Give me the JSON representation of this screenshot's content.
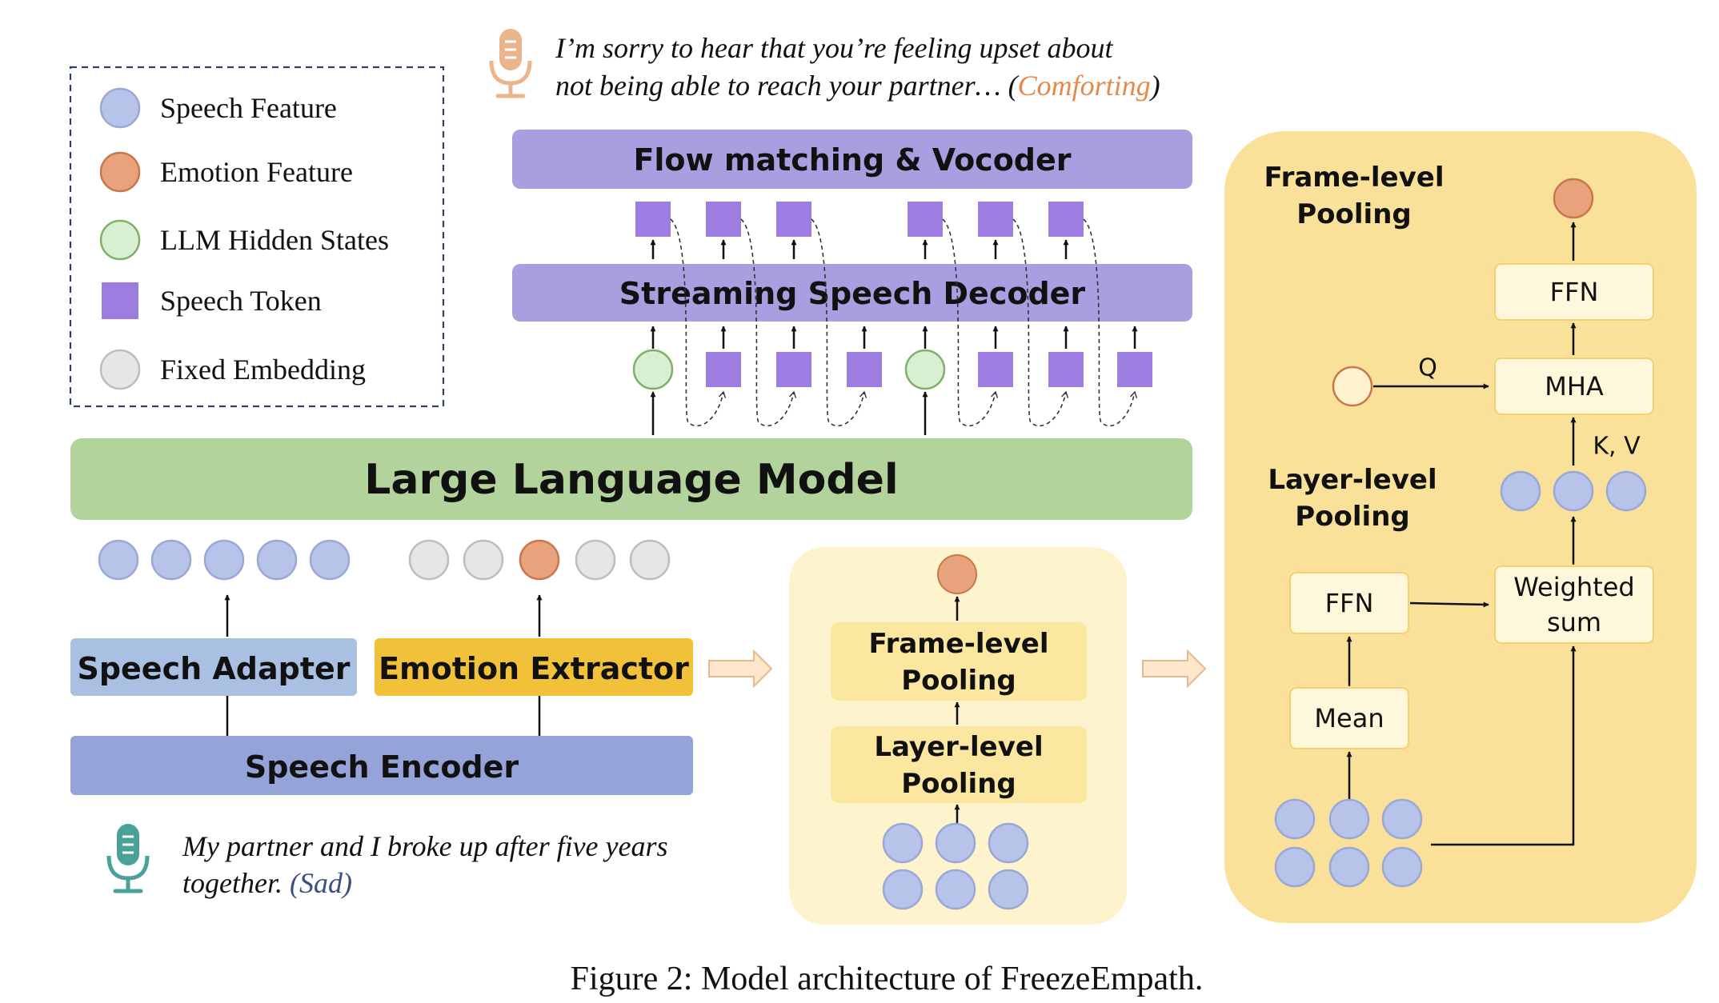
{
  "legend": {
    "items": [
      {
        "label": "Speech Feature",
        "kind": "circle",
        "fill": "#b7c3e8",
        "stroke": "#9aa8d8"
      },
      {
        "label": "Emotion Feature",
        "kind": "circle",
        "fill": "#e8a37c",
        "stroke": "#c9764a"
      },
      {
        "label": "LLM Hidden States",
        "kind": "circle",
        "fill": "#d9efd1",
        "stroke": "#7fb06a"
      },
      {
        "label": "Speech Token",
        "kind": "square",
        "fill": "#9d7ee0",
        "stroke": "#9d7ee0"
      },
      {
        "label": "Fixed Embedding",
        "kind": "circle",
        "fill": "#e6e6e6",
        "stroke": "#bdbdbd"
      }
    ]
  },
  "output_text": {
    "line1": "I’m sorry to hear that you’re feeling upset about",
    "line2": "not being able to reach your partner… (",
    "emotion": "Comforting",
    "close": ")"
  },
  "input_text": {
    "line1": "My partner and I broke up after five years",
    "line2": "together. ",
    "emotion": "(Sad)"
  },
  "blocks": {
    "flow_matching": "Flow matching & Vocoder",
    "streaming_decoder": "Streaming Speech Decoder",
    "llm": "Large Language Model",
    "speech_adapter": "Speech Adapter",
    "emotion_extractor": "Emotion Extractor",
    "speech_encoder": "Speech Encoder"
  },
  "middle_panel": {
    "frame_pooling": [
      "Frame-level",
      "Pooling"
    ],
    "layer_pooling": [
      "Layer-level",
      "Pooling"
    ]
  },
  "right_panel": {
    "frame_title": [
      "Frame-level",
      "Pooling"
    ],
    "layer_title": [
      "Layer-level",
      "Pooling"
    ],
    "ffn_top": "FFN",
    "mha": "MHA",
    "q_label": "Q",
    "kv_label": "K, V",
    "weighted_sum": [
      "Weighted",
      "sum"
    ],
    "ffn_left": "FFN",
    "mean": "Mean"
  },
  "caption": "Figure 2: Model architecture of FreezeEmpath.",
  "colors": {
    "speech_feature": "#b7c3e8",
    "emotion_feature": "#e8a37c",
    "llm_hidden": "#d9efd1",
    "speech_token": "#9d7ee0",
    "fixed_embedding": "#e6e6e6",
    "purple_block": "#ab9ee0",
    "llm_green": "#b3d39c",
    "adapter_blue": "#a9c0e3",
    "extractor_yellow": "#f2c13a",
    "encoder_blue": "#95a4d8",
    "panel_light": "#fdf3cc",
    "panel_strong": "#fbe7a0",
    "teal_mic": "#4aa19a",
    "orange_mic": "#eab48c",
    "comforting_orange": "#e38a4d",
    "sad_blue": "#3a4f86"
  }
}
